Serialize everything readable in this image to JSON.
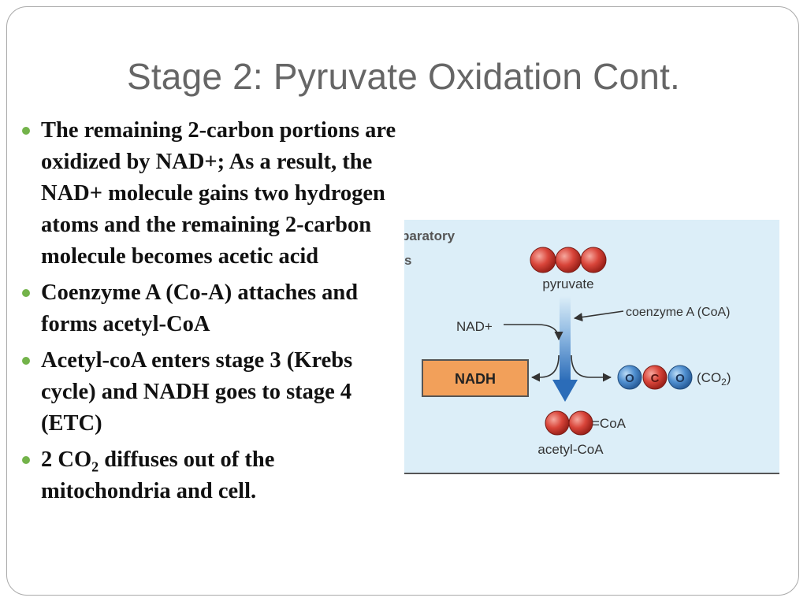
{
  "slide": {
    "title": "Stage 2:  Pyruvate Oxidation Cont.",
    "bullets": [
      {
        "text": "The remaining 2-carbon portions are oxidized by NAD+; As a result, the NAD+ molecule gains two hydrogen atoms and the remaining 2-carbon molecule becomes acetic acid"
      },
      {
        "text": "Coenzyme A (Co-A) attaches and forms acetyl-CoA"
      },
      {
        "text": "Acetyl-coA enters stage 3 (Krebs cycle) and NADH goes to stage 4 (ETC)"
      },
      {
        "pre": "2 CO",
        "sub": "2",
        "post": " diffuses out of the mitochondria and cell."
      }
    ]
  },
  "figure": {
    "header_fragment_1": "paratory",
    "header_fragment_2": "s",
    "pyruvate_label": "pyruvate",
    "nad_label": "NAD+",
    "coa_label": "coenzyme A (CoA)",
    "nadh_label": "NADH",
    "co2_atom_labels": [
      "O",
      "C",
      "O"
    ],
    "co2_pre": "(CO",
    "co2_sub": "2",
    "co2_post": ")",
    "acetyl_bond_label": "=CoA",
    "acetyl_label": "acetyl-CoA",
    "colors": {
      "background": "#dceef8",
      "atom_red": "#d9453a",
      "atom_blue": "#4f8fd0",
      "nadh_box": "#f2a05a",
      "arrow_blue": "#2b6cb8",
      "bullet": "#73b34a"
    }
  }
}
